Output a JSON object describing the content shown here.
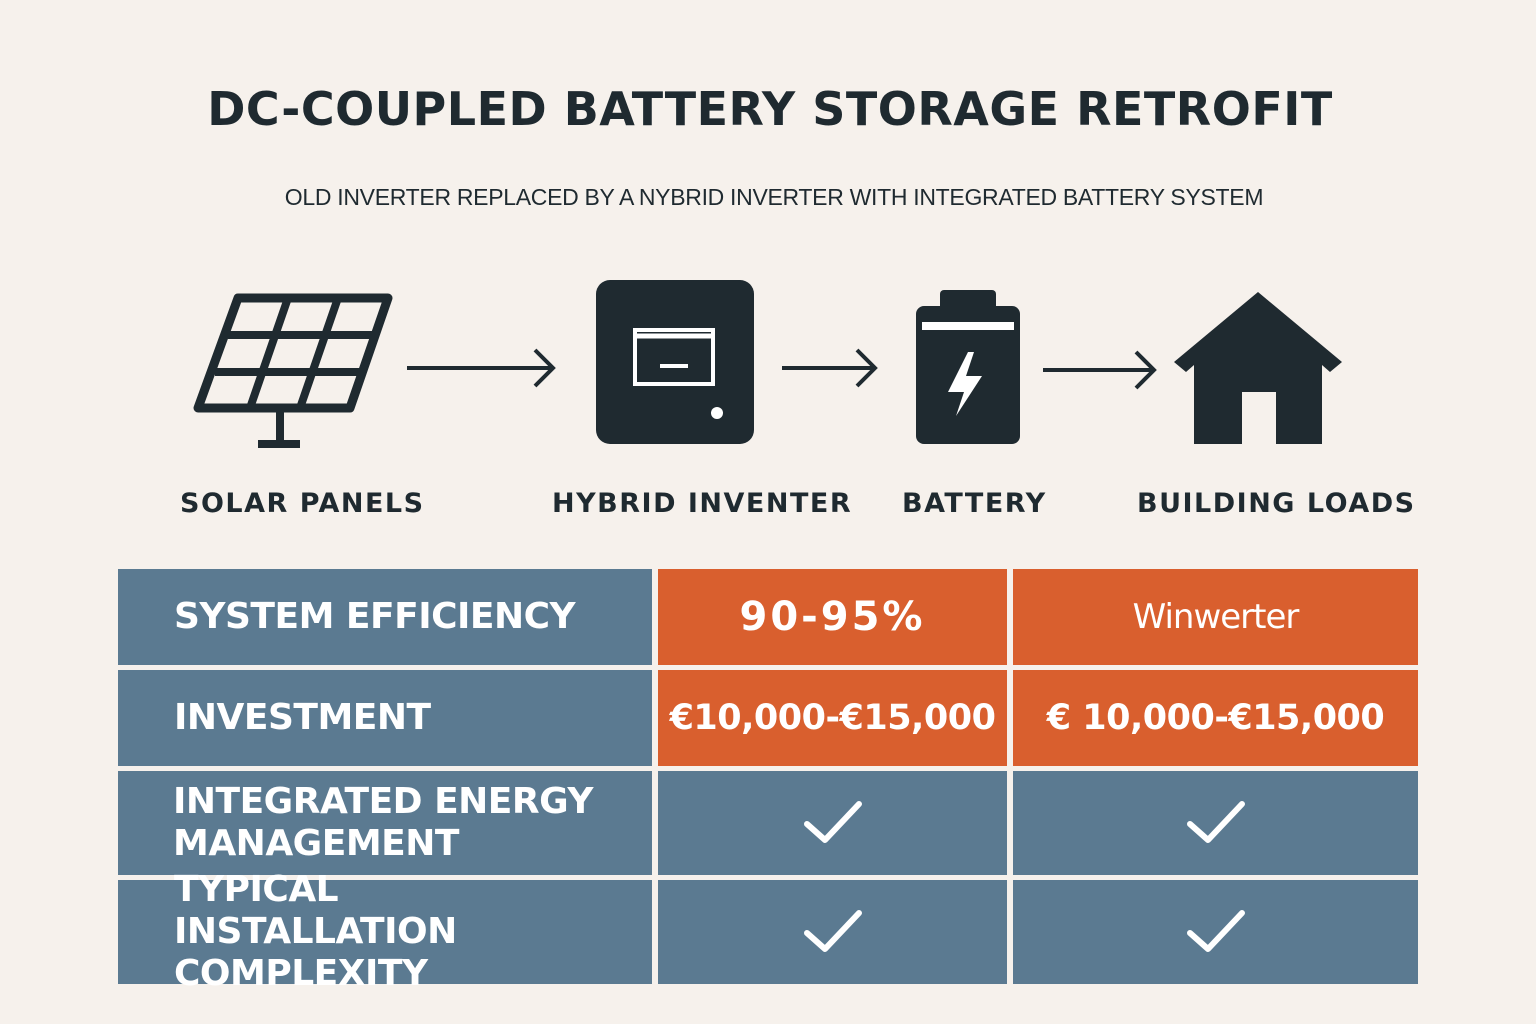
{
  "header": {
    "title": "DC-COUPLED BATTERY STORAGE RETROFIT",
    "subtitle": "OLD INVERTER REPLACED BY A NYBRID INVERTER WITH INTEGRATED BATTERY SYSTEM"
  },
  "flow": {
    "nodes": [
      {
        "label": "SOLAR PANELS",
        "icon": "solar-panel-icon"
      },
      {
        "label": "HYBRID INVENTER",
        "icon": "hybrid-inverter-icon"
      },
      {
        "label": "BATTERY",
        "icon": "battery-icon"
      },
      {
        "label": "BUILDING LOADS",
        "icon": "house-icon"
      }
    ],
    "connector": "arrow-right-icon"
  },
  "table": {
    "rows": [
      {
        "label": "SYSTEM EFFICIENCY",
        "col1": "90-95%",
        "col2": "Winwerter"
      },
      {
        "label": "INVESTMENT",
        "col1": "€10,000-€15,000",
        "col2": "€ 10,000-€15,000"
      },
      {
        "label": "INTEGRATED ENERGY MANAGEMENT",
        "col1": "check",
        "col2": "check"
      },
      {
        "label": "TYPICAL INSTALLATION COMPLEXITY",
        "col1": "check",
        "col2": "check"
      }
    ]
  },
  "colors": {
    "background": "#f6f1ec",
    "dark": "#1f2a30",
    "blue": "#5b7a91",
    "orange": "#d95f2e",
    "white": "#ffffff"
  }
}
